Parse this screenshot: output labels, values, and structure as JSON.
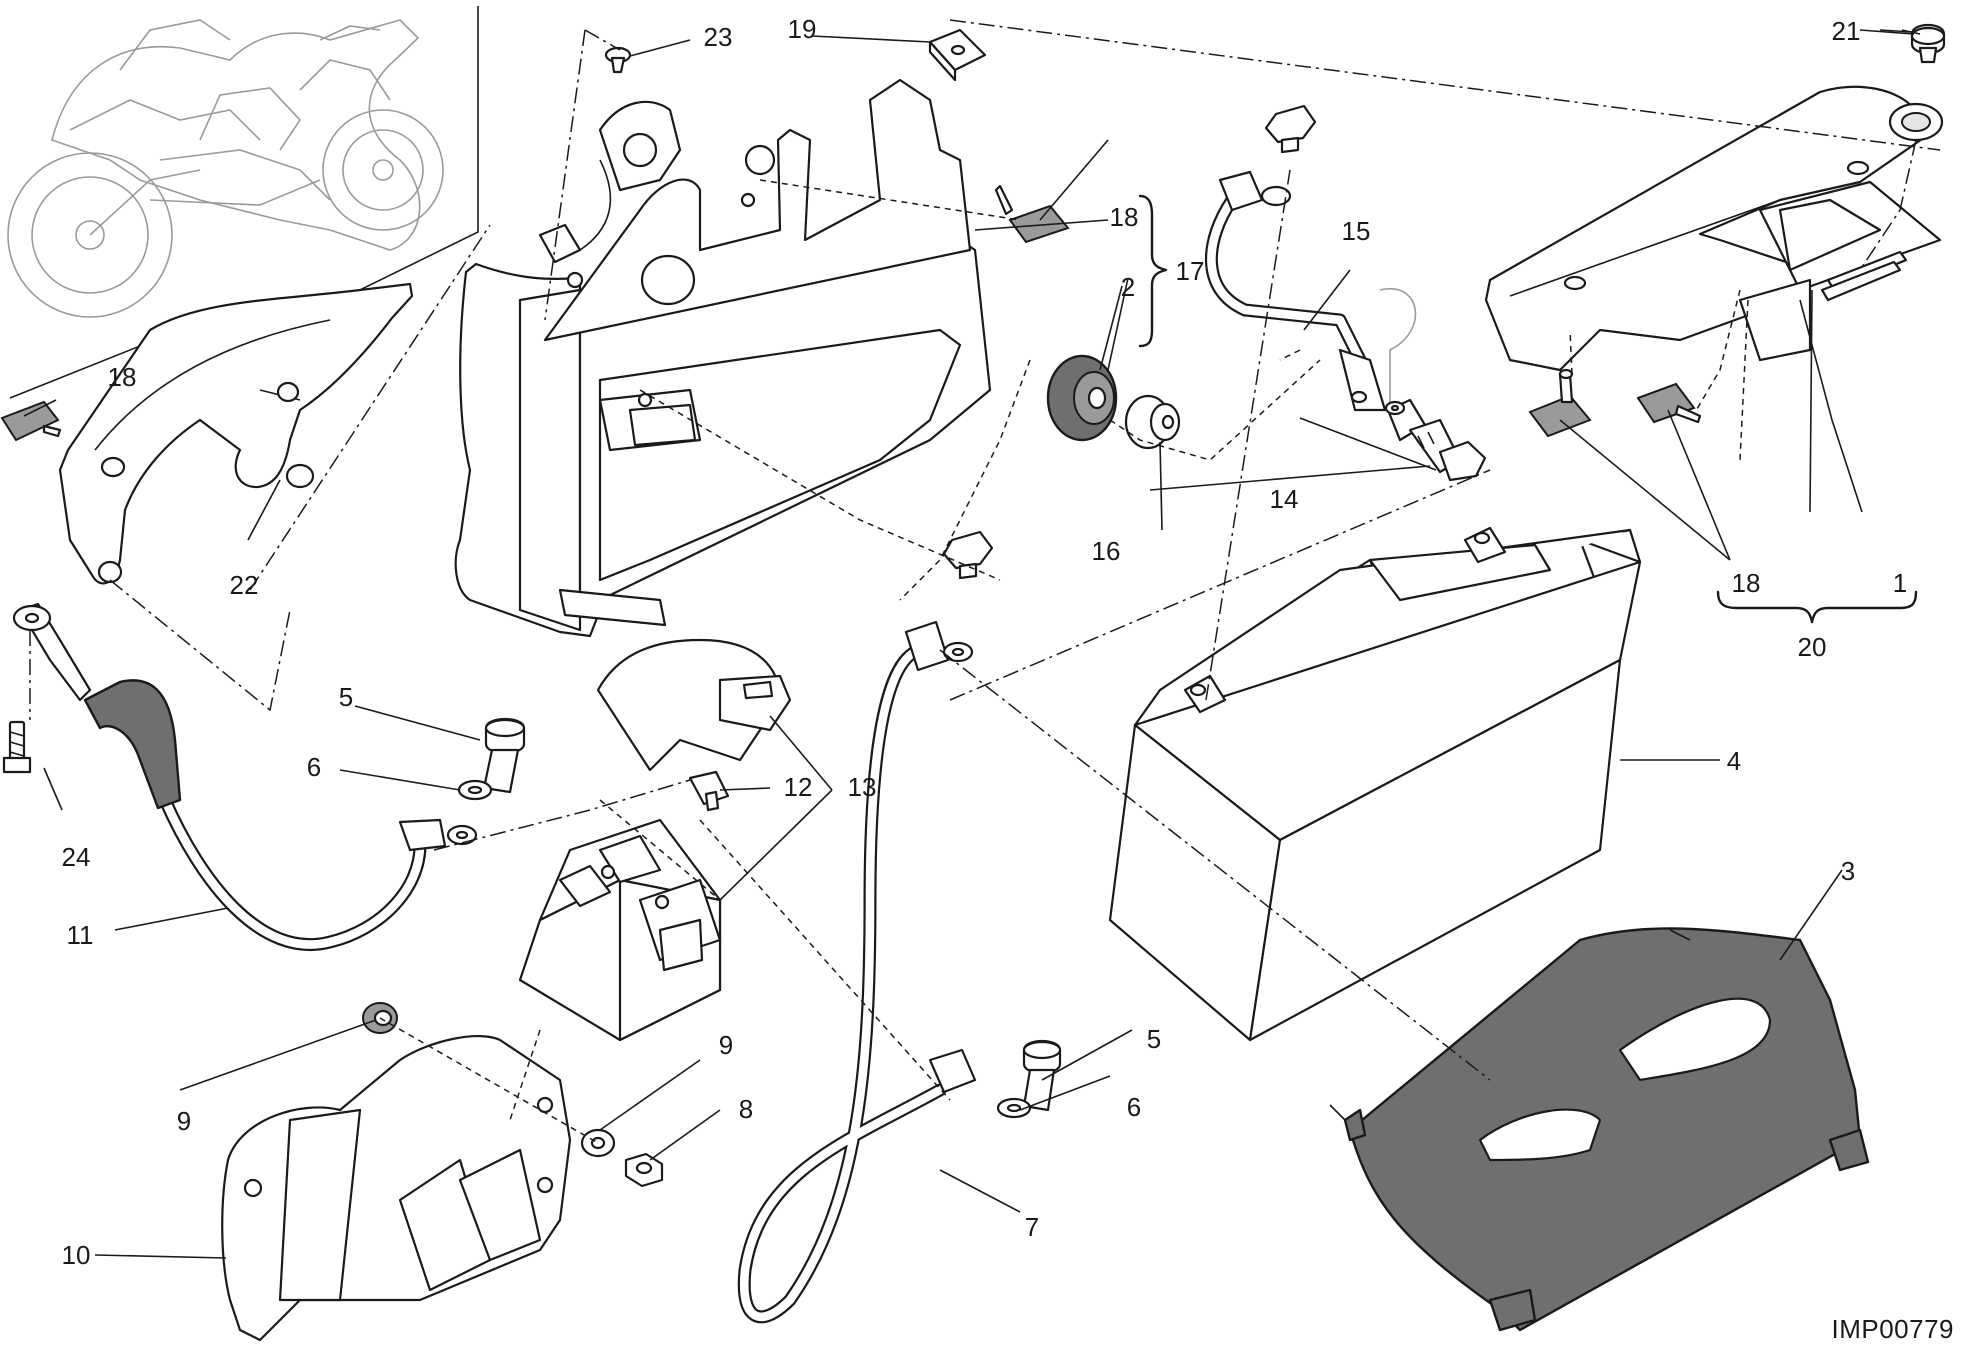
{
  "drawing_code": "IMP00779",
  "labels": {
    "l1": "1",
    "l2": "2",
    "l3": "3",
    "l4": "4",
    "l5a": "5",
    "l5b": "5",
    "l6a": "6",
    "l6b": "6",
    "l7": "7",
    "l8": "8",
    "l9a": "9",
    "l9b": "9",
    "l10": "10",
    "l11": "11",
    "l12": "12",
    "l13": "13",
    "l14": "14",
    "l15": "15",
    "l16": "16",
    "l17": "17",
    "l18a": "18",
    "l18b": "18",
    "l18c": "18",
    "l19": "19",
    "l20": "20",
    "l21": "21",
    "l22": "22",
    "l23": "23",
    "l24": "24"
  },
  "colors": {
    "line": "#1a1a1a",
    "grey_part": "#6f6f6f",
    "background": "#ffffff"
  }
}
